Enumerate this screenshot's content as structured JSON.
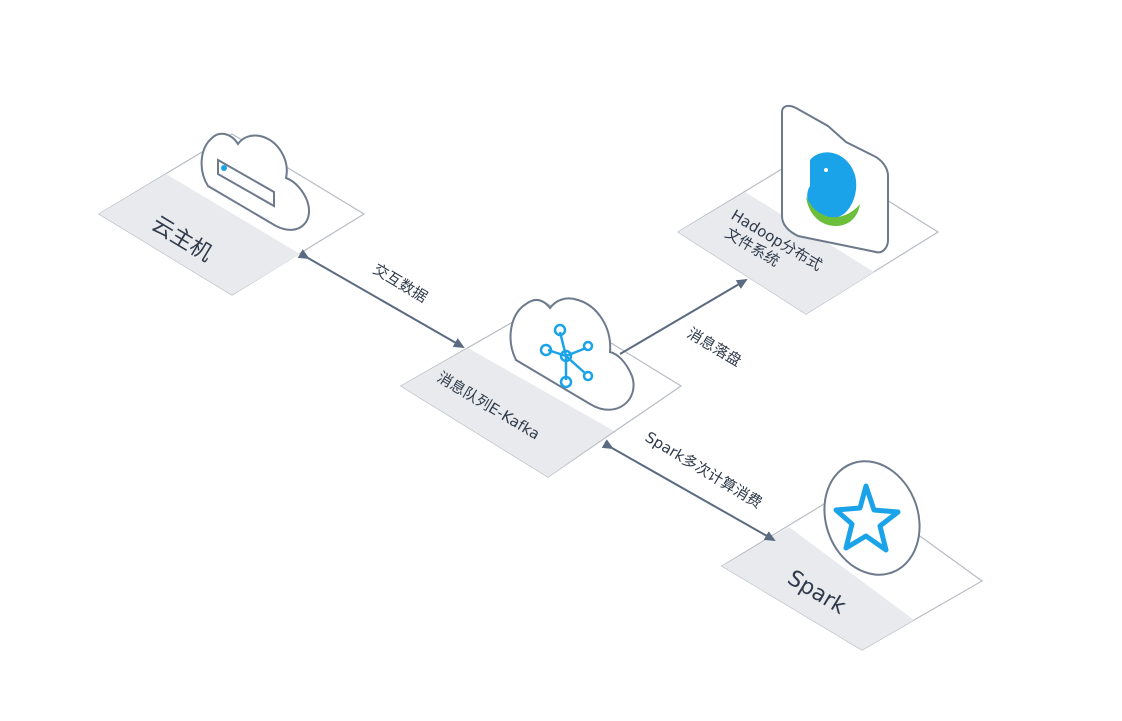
{
  "nodes": {
    "ecs": {
      "label": "云主机"
    },
    "kafka": {
      "label": "消息队列E-Kafka"
    },
    "hdfs": {
      "label_line1": "Hadoop分布式",
      "label_line2": "文件系统"
    },
    "spark": {
      "label": "Spark"
    }
  },
  "edges": {
    "ecs_kafka": {
      "label": "交互数据"
    },
    "kafka_hdfs": {
      "label": "消息落盘"
    },
    "kafka_spark": {
      "label": "Spark多次计算消费"
    }
  },
  "colors": {
    "accent": "#1aa3e8",
    "arrow": "#5a6a80",
    "plate_border": "#b8bcc4",
    "plate_fill": "#e8eaee",
    "icon_stroke": "#6c7a8c",
    "green": "#6cbf3a"
  }
}
